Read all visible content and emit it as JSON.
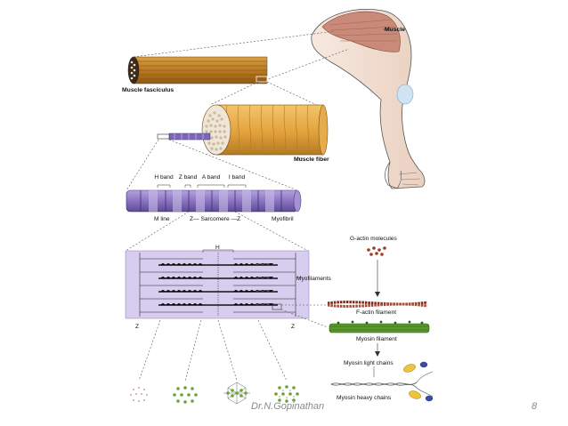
{
  "labels": {
    "muscle": "Muscle",
    "muscle_fasciculus": "Muscle fasciculus",
    "muscle_fiber": "Muscle fiber",
    "h_band": "H band",
    "z_band": "Z band",
    "a_band": "A band",
    "i_band": "I band",
    "m_line": "M line",
    "sarcomere": "Z— Sarcomere —Z",
    "myofibril": "Myofibril",
    "h": "H",
    "myofilaments": "Myofilaments",
    "z_left": "Z",
    "z_right": "Z",
    "g_actin": "G-actin molecules",
    "f_actin": "F-actin filament",
    "myosin_filament": "Myosin filament",
    "myosin_light": "Myosin light chains",
    "myosin_heavy": "Myosin heavy chains"
  },
  "footer": {
    "author": "Dr.N.Gopinathan",
    "page": "8"
  },
  "colors": {
    "fasciculus": "#c68a2e",
    "fiber": "#e9ac48",
    "myofibril": "#8f7bc0",
    "sarcomere_bg": "#d7cdef",
    "actin": "#9b3b2a",
    "myosin": "#5a9a2c",
    "skin": "#f1ddd0",
    "muscle": "#c98a7a"
  }
}
